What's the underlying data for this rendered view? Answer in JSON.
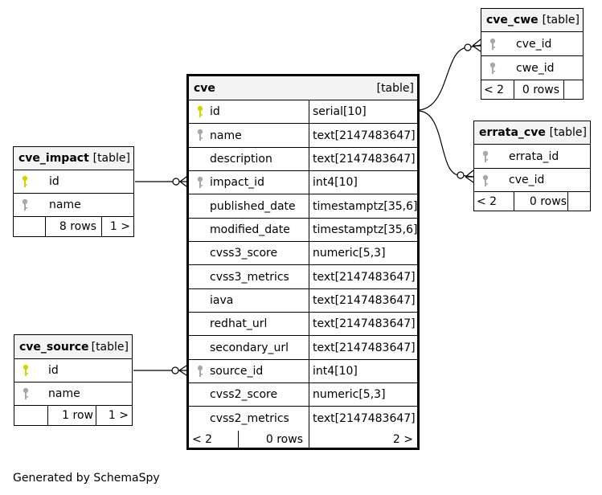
{
  "colors": {
    "primary_key": "#d4d400",
    "foreign_key": "#a8a8a8",
    "header_bg": "#f4f4f4",
    "border": "#000000"
  },
  "tables": {
    "cve": {
      "name": "cve",
      "type": "[table]",
      "columns": [
        {
          "name": "id",
          "type": "serial[10]",
          "key": "primary"
        },
        {
          "name": "name",
          "type": "text[2147483647]",
          "key": "foreign"
        },
        {
          "name": "description",
          "type": "text[2147483647]",
          "key": ""
        },
        {
          "name": "impact_id",
          "type": "int4[10]",
          "key": "foreign"
        },
        {
          "name": "published_date",
          "type": "timestamptz[35,6]",
          "key": ""
        },
        {
          "name": "modified_date",
          "type": "timestamptz[35,6]",
          "key": ""
        },
        {
          "name": "cvss3_score",
          "type": "numeric[5,3]",
          "key": ""
        },
        {
          "name": "cvss3_metrics",
          "type": "text[2147483647]",
          "key": ""
        },
        {
          "name": "iava",
          "type": "text[2147483647]",
          "key": ""
        },
        {
          "name": "redhat_url",
          "type": "text[2147483647]",
          "key": ""
        },
        {
          "name": "secondary_url",
          "type": "text[2147483647]",
          "key": ""
        },
        {
          "name": "source_id",
          "type": "int4[10]",
          "key": "foreign"
        },
        {
          "name": "cvss2_score",
          "type": "numeric[5,3]",
          "key": ""
        },
        {
          "name": "cvss2_metrics",
          "type": "text[2147483647]",
          "key": ""
        }
      ],
      "footer": {
        "parents": "< 2",
        "rows": "0 rows",
        "children": "2 >"
      }
    },
    "cve_impact": {
      "name": "cve_impact",
      "type": "[table]",
      "columns": [
        {
          "name": "id",
          "key": "primary"
        },
        {
          "name": "name",
          "key": "foreign"
        }
      ],
      "footer": {
        "parents": "",
        "rows": "8 rows",
        "children": "1 >"
      }
    },
    "cve_source": {
      "name": "cve_source",
      "type": "[table]",
      "columns": [
        {
          "name": "id",
          "key": "primary"
        },
        {
          "name": "name",
          "key": "foreign"
        }
      ],
      "footer": {
        "parents": "",
        "rows": "1 row",
        "children": "1 >"
      }
    },
    "cve_cwe": {
      "name": "cve_cwe",
      "type": "[table]",
      "columns": [
        {
          "name": "cve_id",
          "key": "foreign"
        },
        {
          "name": "cwe_id",
          "key": "foreign"
        }
      ],
      "footer": {
        "parents": "< 2",
        "rows": "0 rows",
        "children": ""
      }
    },
    "errata_cve": {
      "name": "errata_cve",
      "type": "[table]",
      "columns": [
        {
          "name": "errata_id",
          "key": "foreign"
        },
        {
          "name": "cve_id",
          "key": "foreign"
        }
      ],
      "footer": {
        "parents": "< 2",
        "rows": "0 rows",
        "children": ""
      }
    }
  },
  "caption": "Generated by SchemaSpy"
}
